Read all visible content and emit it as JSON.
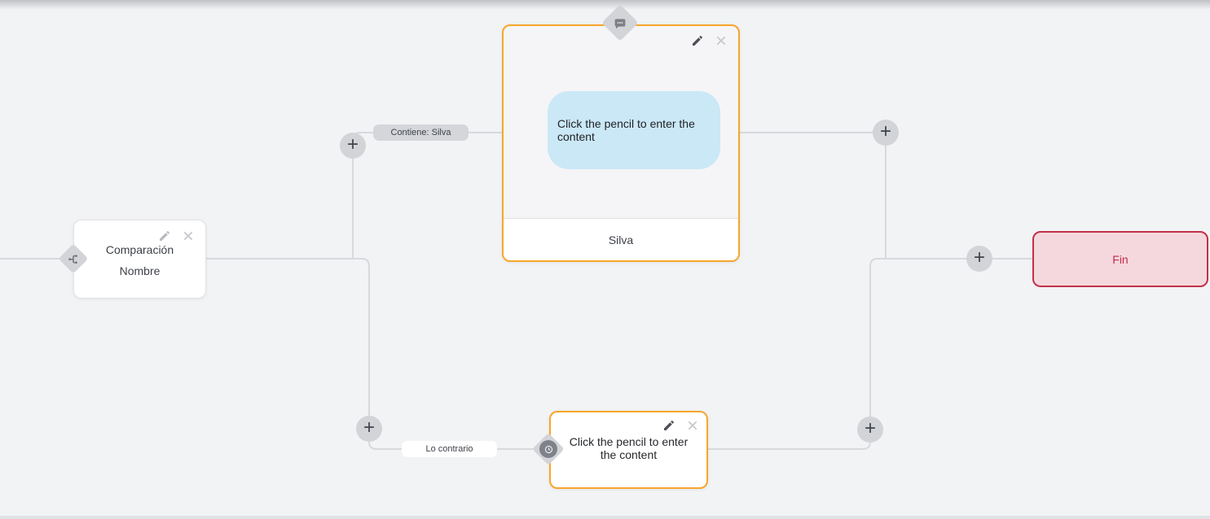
{
  "ui": {
    "add_button_label": "+"
  },
  "colors": {
    "canvas_background": "#f2f3f5",
    "connector": "#d7d9dc",
    "node_accent_orange": "#f7a62c",
    "message_bubble_blue": "#cbe8f6",
    "end_background": "#f5d8dd",
    "end_border": "#c23049",
    "end_text": "#c02e4c",
    "badge_gray": "#d2d4d8"
  },
  "nodes": {
    "condition": {
      "line1": "Comparación",
      "line2": "Nombre",
      "badge_icon": "branch-icon"
    },
    "message": {
      "bubble_text": "Click the pencil to enter the content",
      "footer": "Silva",
      "badge_icon": "chat-bubble-icon"
    },
    "delay": {
      "text": "Click the pencil to enter the content",
      "badge_icon": "clock-icon"
    },
    "end": {
      "label": "Fin"
    }
  },
  "edge_labels": {
    "top_branch": "Contiene: Silva",
    "bottom_branch": "Lo contrario"
  }
}
